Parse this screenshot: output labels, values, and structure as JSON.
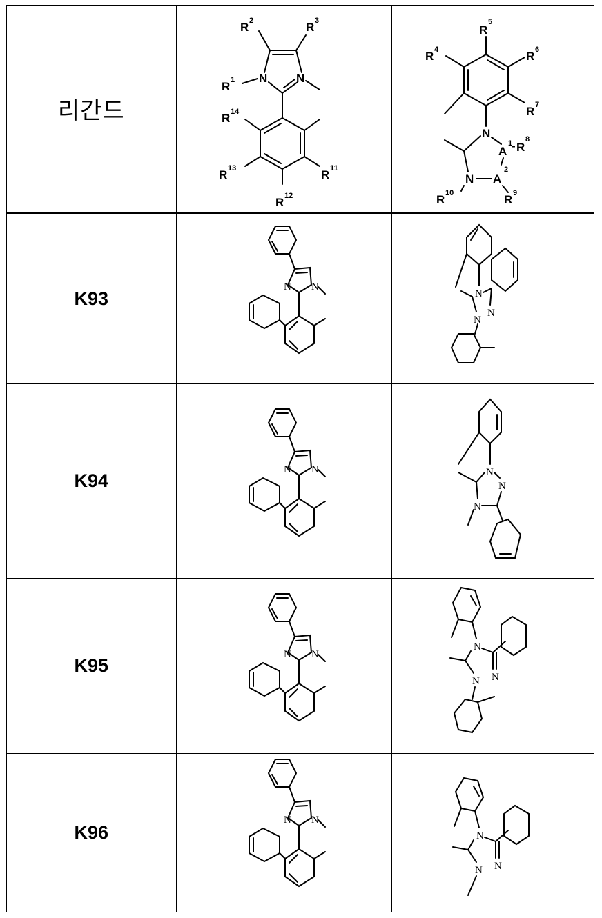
{
  "table": {
    "header": {
      "label": "리간드",
      "col_a_formula": {
        "name": "imidazole-aryl general structure",
        "substituents": [
          "R1",
          "R2",
          "R3",
          "R11",
          "R12",
          "R13",
          "R14"
        ],
        "labels": {
          "r1": "R",
          "r1s": "1",
          "r2": "R",
          "r2s": "2",
          "r3": "R",
          "r3s": "3",
          "r11": "R",
          "r11s": "11",
          "r12": "R",
          "r12s": "12",
          "r13": "R",
          "r13s": "13",
          "r14": "R",
          "r14s": "14",
          "n1": "N",
          "n2": "N"
        }
      },
      "col_b_formula": {
        "name": "aryl-triazoline general structure",
        "substituents": [
          "R4",
          "R5",
          "R6",
          "R7",
          "R8",
          "R9",
          "R10",
          "A1",
          "A2"
        ],
        "labels": {
          "r4": "R",
          "r4s": "4",
          "r5": "R",
          "r5s": "5",
          "r6": "R",
          "r6s": "6",
          "r7": "R",
          "r7s": "7",
          "r8": "R",
          "r8s": "8",
          "r9": "R",
          "r9s": "9",
          "r10": "R",
          "r10s": "10",
          "a1": "A",
          "a1s": "1",
          "a2": "A",
          "a2s": "2",
          "n1": "N",
          "n2": "N",
          "dash": "-"
        }
      }
    },
    "rows": [
      {
        "id": "K93",
        "col_a": {
          "atoms": {
            "n1": "N",
            "n2": "N"
          }
        },
        "col_b": {
          "atoms": {
            "n1": "N",
            "n2": "N",
            "n3": "N"
          },
          "description": "fused phenanthridine-triazoline with o-tolyl on N"
        }
      },
      {
        "id": "K94",
        "col_a": {
          "atoms": {
            "n1": "N",
            "n2": "N"
          }
        },
        "col_b": {
          "atoms": {
            "n1": "N",
            "n2": "N",
            "n3": "N"
          },
          "description": "o-tolyl triazoline, N-methyl, phenyl"
        }
      },
      {
        "id": "K95",
        "col_a": {
          "atoms": {
            "n1": "N",
            "n2": "N"
          }
        },
        "col_b": {
          "atoms": {
            "n1": "N",
            "n2": "N",
            "n3": "N"
          },
          "description": "bis(o-tolyl) triazoline with phenyl"
        }
      },
      {
        "id": "K96",
        "col_a": {
          "atoms": {
            "n1": "N",
            "n2": "N"
          }
        },
        "col_b": {
          "atoms": {
            "n1": "N",
            "n2": "N",
            "n3": "N"
          },
          "description": "o-tolyl triazoline, N-methyl with phenyl"
        }
      }
    ]
  }
}
